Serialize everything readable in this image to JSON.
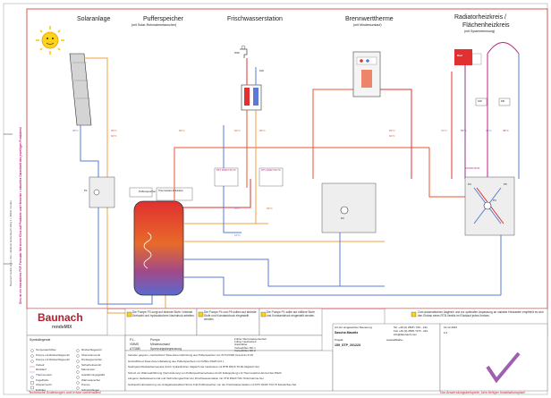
{
  "sections": {
    "solar": "Solaranlage",
    "buffer": "Pufferspeicher",
    "buffer_sub": "(mit Solar-Rohrwärmetauscher)",
    "freshwater": "Frischwasserstation",
    "boiler": "Brennwerttherme",
    "boiler_sub": "(mit Mindestumlauf)",
    "radiator": "Radiatorheizkreis /",
    "radiator2": "Flächenheizkreis",
    "radiator_sub": "(mit Systemtrennung)"
  },
  "temps": {
    "t35_a": "35°C",
    "t90_a": "90°C",
    "t60_a": "60°C",
    "t60_b": "60°C",
    "t60_c": "60°C",
    "t90_b": "90°C",
    "t60_d": "60°C",
    "t10_a": "10°C",
    "t10_b": "10°C",
    "t90_c": "90°C",
    "t60_e": "60°C",
    "t70": "70°C",
    "t50": "50°C",
    "t35_b": "35°C",
    "t45": "45°C"
  },
  "components": {
    "rad_label": "Rad",
    "p1": "P1",
    "p2": "P2",
    "p3": "P3",
    "p4": "P4",
    "p5": "P5",
    "sw": "SW",
    "mk": "MK",
    "ww": "WW",
    "kw": "KW",
    "pufferspeicher": "Pufferspeicher",
    "thermo": "Thermostatic-Zirkulation",
    "rtv": "RTV DN20 T20-70",
    "rtv2": "RTV DN20 T20-70",
    "stb": "STHDR DN15"
  },
  "brand": {
    "name": "Baunach",
    "product": "rendeMIX"
  },
  "legend_title": "Symbollegende",
  "legend": [
    "Temperaturfühler",
    "Pumpe mit Rückschlagventil",
    "Pumpe mit Rückschlagventil",
    "Vorlauf",
    "Rücklauf",
    "Thermometer",
    "Kugelhahn",
    "Absperrventil",
    "Entlüfter",
    "Rückschlagventil",
    "Überströmventil",
    "Dreiwegemischer",
    "Sicherheitsventil",
    "Manometer",
    "Ausdehnungsgefäß",
    "Wärmetauscher",
    "Pumpe",
    "Schmutzfänger"
  ],
  "notes": {
    "n1": "Die Pumpe P3 sorgt auf kleinste Stufe / kleinste Drehzahl und hydraulischem Nachdruck arbeiten.",
    "n2": "Die Pumpe P4 und P5 sollten auf kleinste Stufe und Konstantdruck eingestellt werden.",
    "n3": "Die Pumpe P1 sollte auf mittlere Stufe und Konstantdruck eingestellt werden.",
    "n4": "Zum automatischen Abgleich und zur optimalen Anpassung an variable Heizlasten empfiehlt es sich den Einbau eines RTB-Ventils im Rücklauf jedes Kreises."
  },
  "abbr": [
    {
      "k": "P1...",
      "v": "Pumpe"
    },
    {
      "k": "VMMS",
      "v": "Mindestumlauf"
    },
    {
      "k": "ΔTSMB",
      "v": "Spreizungsbegrenzung"
    }
  ],
  "sensors": [
    "Fühler Warmwasserbetrieb",
    "Fühler Heizbetrieb",
    "Solarfühler",
    "Vorlaufühler MK 1",
    "Vorlaufühler MK 2"
  ],
  "items": [
    "Verteiler gespart + Hochefzienz Zwei-Zonen-Erhitzung aus Pufferspeicher mit rSYS DN25 3x4+3mix R 35",
    "Hocheffizienz Zwei-Zonen-Beladung des Pufferspeichers mit OVBox DN25 2x3 L",
    "Niedrigste Rücklauftemperatur durch hydraulischen Abgleich der Heizkreise mit RTB DN15 T0-60 Abgleich-Set",
    "Schutz vor Wärmeabführung (Verminderung von Pufferspeicherverlusten durch Entkopplung) mit Thermosiphon-Einzel-Set DN20",
    "Längerer Heißwasservorrat und Verbrühungsschutz der Frischwasserstation mit VTR DN20 T20-70 Entnahme-Set",
    "Gebrauchs-Erweiterung von Anlagebestandsteil Strom Fuß Pufferspeicher von der Frischwasserstation mit RTV DN20 T20-70 Einsatzbau-Set"
  ],
  "titleblock": {
    "f1": "Art der eingesetzten Steuerung:",
    "f2": "Sascha Mauritz",
    "f3": "Projekt:",
    "f4": "159_STP_201223",
    "f5": "Auswahlkarte:",
    "tel": "Tel. +49 (0) 2505 / 970 - 241",
    "fax": "Fax +49 (0) 2505 / 970 - 242",
    "mail": "info@baunach.com",
    "date": "14.12.2023",
    "sheet": "1/1"
  },
  "footer": {
    "left": "Technische Änderungen und Irrtum vorbehalten!",
    "right": "Nur Anwendungsbeispiele, kein fertiger Installationsplan!"
  },
  "side_text": {
    "t1": "Dies ist ein interaktives PDF-Formular. Mit einem Klick auf Produkte und Hinweise = aktuelles Datenblatt des jeweiligen Produktes!",
    "t2": "Baunach GmbH & Co. KG • Müllerei Gelsenbach Weg 1 • 48691 Vreden"
  },
  "colors": {
    "hot": "#e8552e",
    "warm": "#f0a040",
    "cold": "#5a7ad8",
    "flow_red": "#e03030",
    "purple": "#8a3a8a",
    "magenta": "#c02080",
    "frame": "#cc3333",
    "check": "#a060b0"
  }
}
